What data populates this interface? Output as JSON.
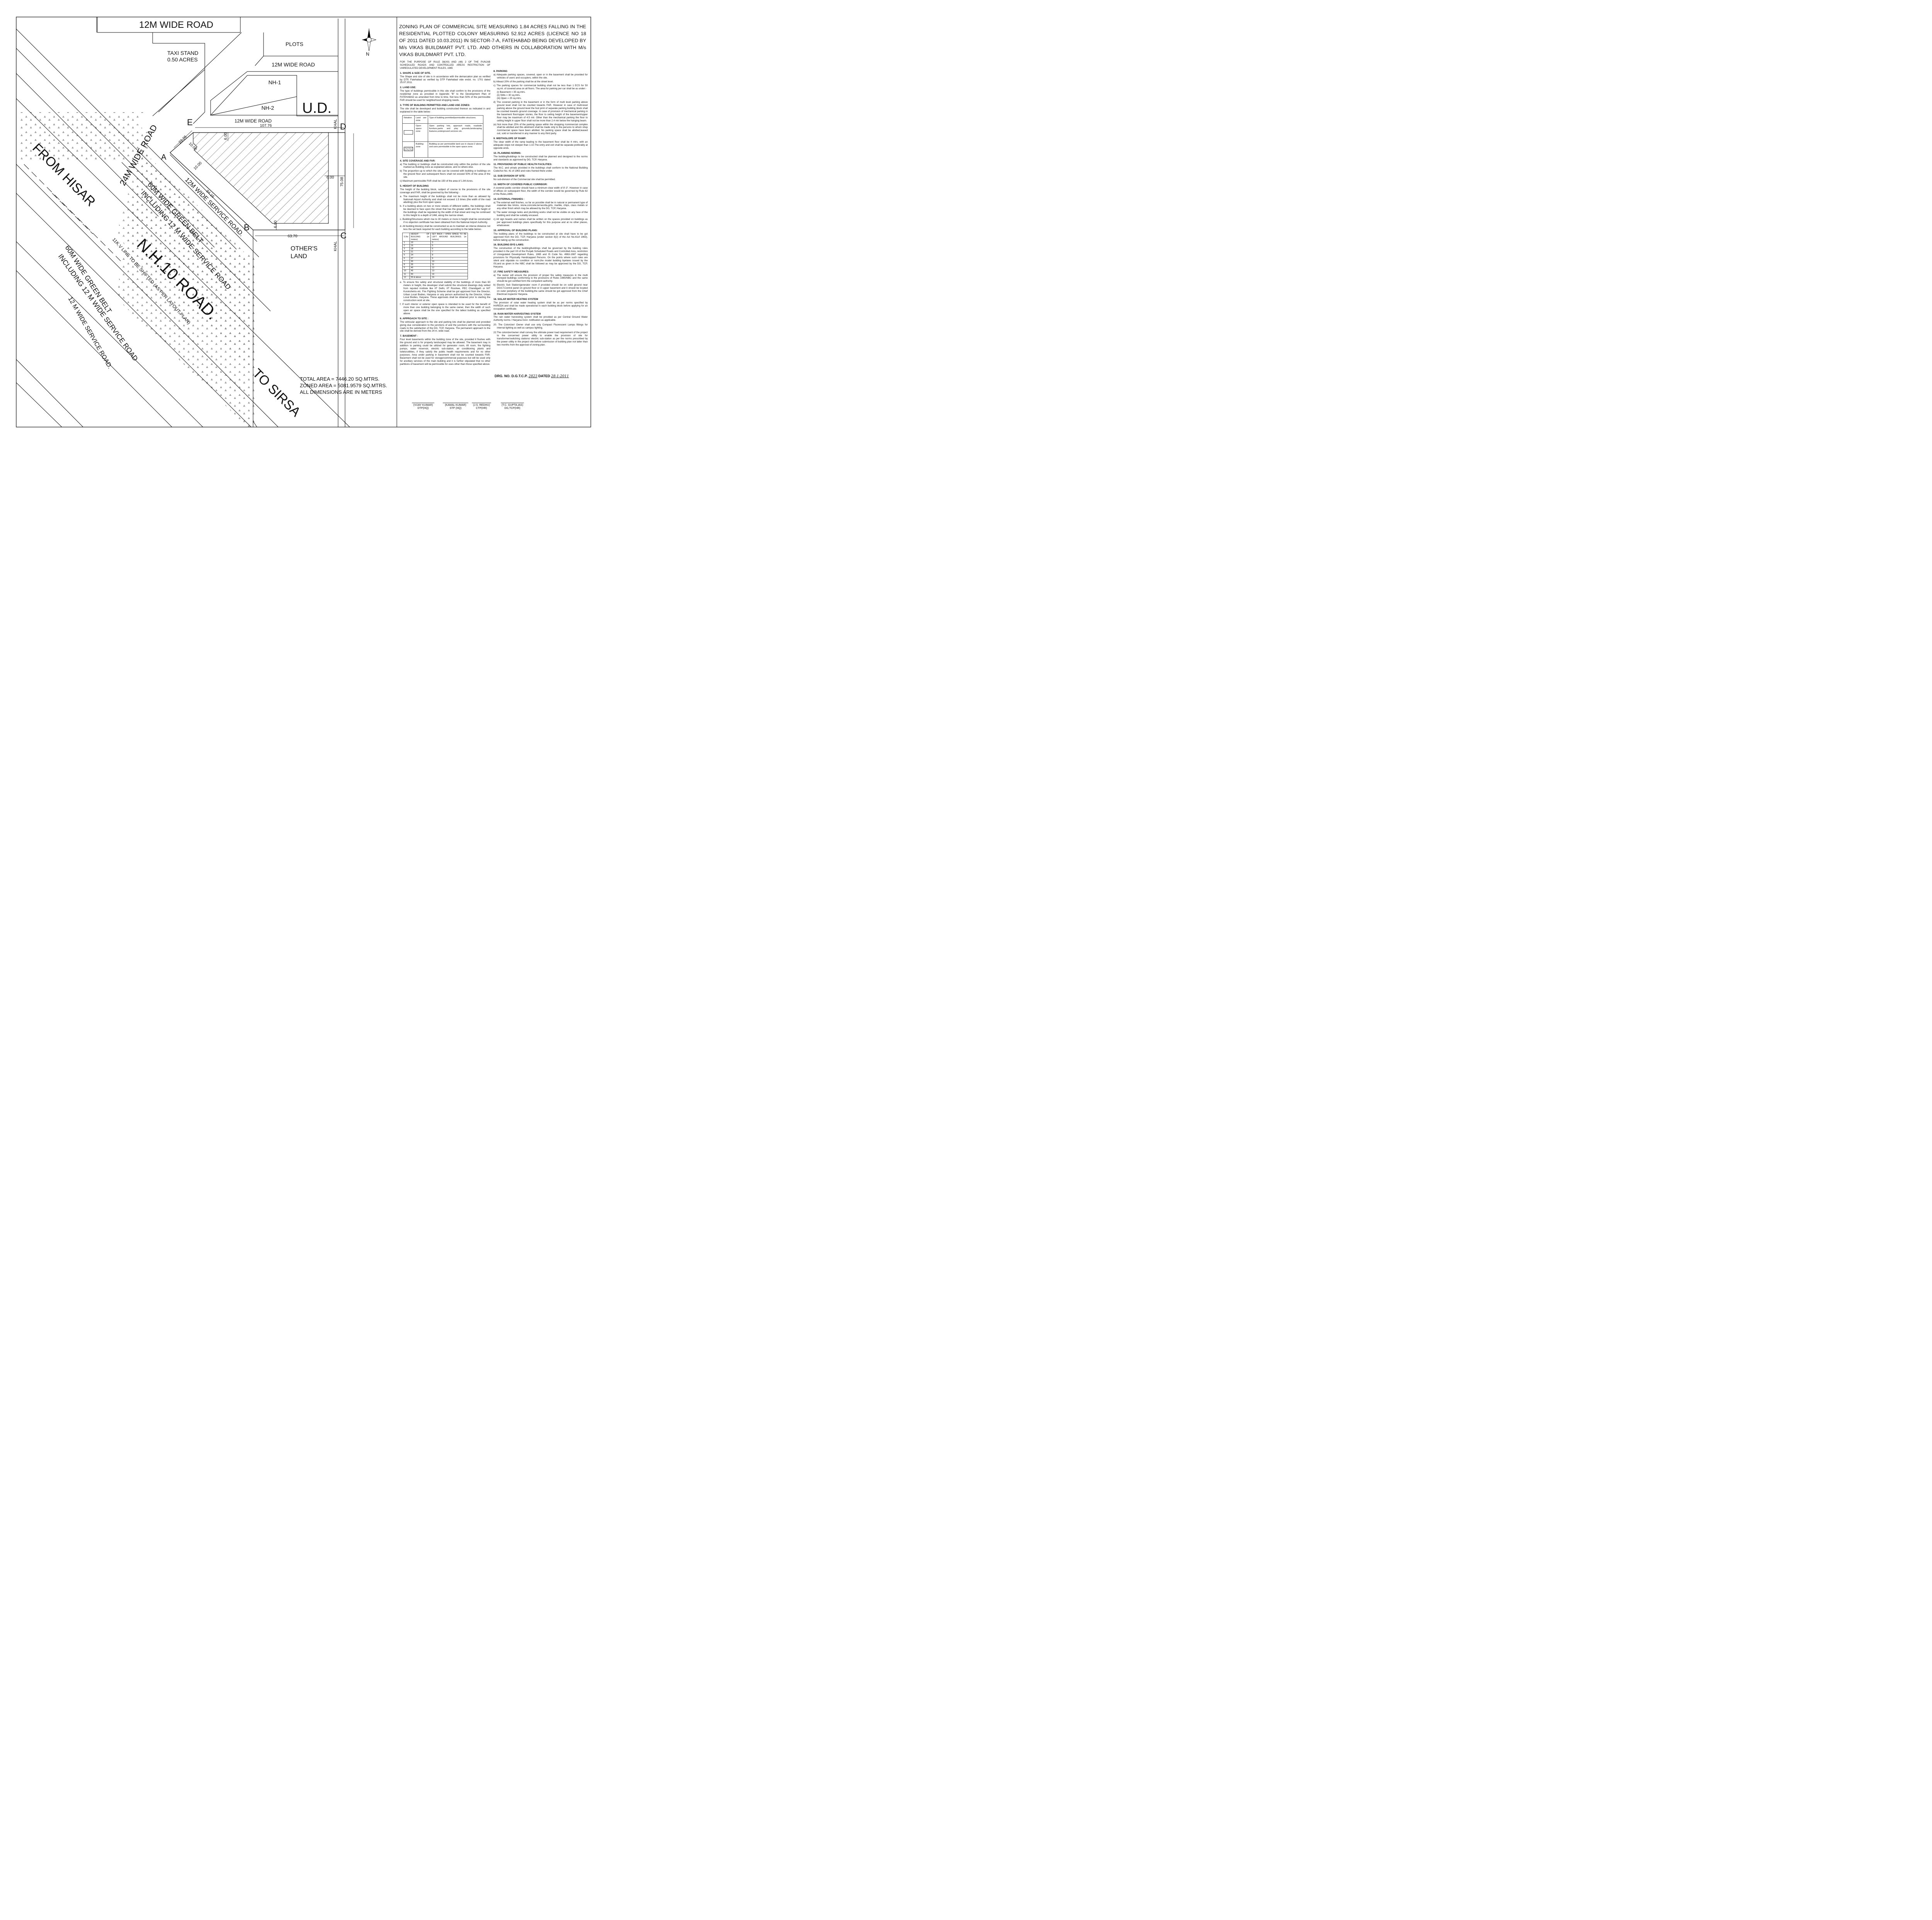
{
  "map": {
    "roads": {
      "top_12m": "12M WIDE ROAD",
      "mid_12m": "12M WIDE ROAD",
      "e_d_12m": "12M WIDE ROAD",
      "road_24m": "24M WIDE ROAD",
      "service_road": "12M WIDE SERVICE ROAD.",
      "nh10": "N.H.10 ROAD.",
      "from_hisar": "FROM HISAR",
      "to_sirsa": "TO SIRSA",
      "green_belt_inner_1": "60M WIDE GREEN BELT",
      "green_belt_inner_2": "INCLUDING 12 M WIDE SERVICE ROAD",
      "green_belt_outer_1": "60M WIDE GREEN BELT",
      "green_belt_outer_2": "INCLUDING 12 M WIDE SERVICE ROAD",
      "service_road_outer": "12 M WIDE SERVICE ROAD.",
      "line_11kv": "11K.V LINE TO BE SHIFTED (AS PER LAYOUT PLAN)",
      "khal_top": "KHAL",
      "khal_bottom": "KHAL"
    },
    "areas": {
      "taxi_1": "TAXI STAND",
      "taxi_2": "0.50 ACRES",
      "plots": "PLOTS",
      "nh1": "NH-1",
      "nh2": "NH-2",
      "ud": "U.D.",
      "others_1": "OTHER'S",
      "others_2": "LAND"
    },
    "points": {
      "a": "A",
      "b": "B",
      "c": "C",
      "d": "D",
      "e": "E"
    },
    "dims": {
      "ed": "107.76",
      "ea": "23.26",
      "top_setback": "6.00",
      "left_setback_1": "10.00",
      "left_setback_2": "10.00",
      "ab": "84.16",
      "right_setback": "6.00",
      "cd": "75.08",
      "bottom_setback": "6.00",
      "bc": "63.70"
    },
    "north": "N",
    "totals": {
      "total": "TOTAL AREA = 7446.20 SQ.MTRS.",
      "zoned": "ZONED AREA = 5081.9579 SQ.MTRS.",
      "dims_note": "ALL DIMENSIONS ARE IN METERS"
    }
  },
  "panel": {
    "title": "ZONING PLAN OF COMMERCIAL SITE MEASURING 1.84 ACRES FALLING IN THE RESIDENTIAL PLOTTED COLONY MEASURING 52.912 ACRES (LICENCE NO 18 OF 2011 DATED 10.03.2011) IN SECTOR-7-A, FATEHABAD BEING DEVELOPED BY M/s VIKAS BUILDMART PVT. LTD. AND OTHERS IN COLLABORATION WITH M/s VIKAS BUILDMART PVT. LTD.",
    "intro": "FOR THE PURPOSE OF RULE 38(XII) AND (48) 2 OF THE PUNJAB SCHEDULED ROADS AND CONTROLLED AREAS RESTRICTION OF UNREGULATED DEVELOPMENT RULES, 1965",
    "s1_h": "1. SHAPE & SIZE OF SITE.",
    "s1": "The Shape and size of site is in accordance with the demarcation plan as verified by DTP, Fatehabad as verified by DTP Fatehabad vide endst. no. 1701 dated 25.07.2011.",
    "s2_h": "2. LAND USE:",
    "s2": "The type of buildings permissible in this site shall confirm to the provisions of the residential zone as provided in Appendix \"B\" to the Development Plan of FATEHABAD as amended from time to time. Not less than 50% of the permissible FAR should be used for neighborhood shopping needs.",
    "s3_h": "3. TYPE OF BUILDING PERMITTED AND LAND USE ZONES:",
    "s3": "The site shall be developed and building constructed thereon as indicated in and explained in the table below:",
    "zt": {
      "h1": "Notation",
      "h2": "Land use zone",
      "h3": "Type of building permitted/permissible structures.",
      "r1c2": "Open space zone",
      "r1c3": "Open parking lots, approach roads, roadside furniture,parks and play grounds,landscaping features,underground services etc.",
      "r2c2": "Building zone",
      "r2c3": "Building as per permissible land use in clause-2 above and uses permissible in the open space zone."
    },
    "s4_h": "4. SITE COVERAGE AND FAR:",
    "s4a": "a) The building or buildings shall be constructed only within the portion of the site marked as Building zone as explained above, and no where else.",
    "s4b": "b) The proportion up to which the site can be covered with building or buildings on the ground floor and subsequent floors shall not exceed 50% of the area of the site.",
    "s4c": "c) Maximum permissible FAR shall be 150 of the area of 1.84 Acres.",
    "s5_h": "5. HEIGHT OF BUILDING",
    "s5": "The height of the building block, subject of course to the provisions of the site coverage and FAR, shall be governed by the following:-",
    "s5a": "a. The maximum height of the buildings shall not be more than as allowed by Nationall Airport Authority and shall not exceed 1.5 times (the width of the road abutting) plus the front open space.",
    "s5b": "b. If a building abuts on two or more streets of different widths, the buildings shall be deemed to face upon the street that has the greater width and the height of the buildings shall be regulated by the width of that street and may be continued to this height to a depth of 24M, along the narrow street.",
    "s5c": "c. Building/Structures which rise to 30 meters or more in height shall be constructed if no objection certificate has been obtained from the National Airport Authority.",
    "s5d": "d. All building block(s) shall be constructed so as to maintain an interse distance not less the set back required for each building according to the table below:-",
    "ht": {
      "h1": "S.No",
      "h2": "HEIGHT OF BUILDING (in meters)",
      "h3": "SET BACK / OPEN SPACE TO BE LEFT AROUND BUILDINGS. (in meters)",
      "rows": [
        [
          "1",
          "10",
          "3"
        ],
        [
          "2",
          "15",
          "5"
        ],
        [
          "3",
          "18",
          "6"
        ],
        [
          "4",
          "21",
          "7"
        ],
        [
          "5",
          "24",
          "8"
        ],
        [
          "6",
          "27",
          "9"
        ],
        [
          "7",
          "30",
          "10"
        ],
        [
          "8",
          "35",
          "11"
        ],
        [
          "9",
          "40",
          "12"
        ],
        [
          "10",
          "45",
          "13"
        ],
        [
          "11",
          "50",
          "14"
        ],
        [
          "12",
          "55 & above",
          "16"
        ]
      ]
    },
    "s5e": "e. To ensure fire safety and structural stability of the buildings of more than 60 meters in height, the developer shall submit the structural drawings duly vetted from reputed institute like IIT Delhi, IIT Roorkee, PEC Chandigarh or NIT Kurukshetra etc. Fire Fighting Scheme shall be got approved from the Director, Urban Local Bodies, Haryana or any person authorized by the Director, Urban Local Bodies, Haryana. These approvals shall be obtained prior to starting the construction work at site.",
    "s5f": "f. If such interior or exterior open space is intended to be used for the benefit of more than one building belonging to the same owner, then the width of such open air space shall be the one specified for the tallest building as specified above.",
    "s6_h": "6. APPROACH TO SITE :",
    "s6": "The vehicular approach to the site and parking lots shall be planned and provided giving due consideration to the junctions of and the junctions with the surrounding roads to the satisfaction of the DG, TCP, Haryana. The permanent approach to the site shall be derived from the 24 m. wide road.",
    "s7_h": "7. BASEMENT :",
    "s7": "Four level basements within the building zone of the site, provided it flushes with the ground and is for properly landscaped may be allowed. The basement may in addition to parking could be utilized for generator room, lift room, fire fighting pumps, water reservoir, electric sub-station, air conditioning plants and toilets/utilities, if they satisfy the public health requirements and for no other purposes. Area under parking in basement shall not be counted towards FAR. Basement shall not be used for storage/commercial purposes but will be used only for ancillary services of the main building and it is further stipulated that no other partitions of basement will be permissible for uses other than those specified above.",
    "s8_h": "8. PARKING",
    "s8a": "a) Adequate parking spaces, covered, open or in the basement shall be provided for vehicles of users and occupiers, within the site.",
    "s8b": "b) Atleast 20% of the parking shall be at the street level.",
    "s8c": "c) The parking spaces for commercial building shall not be less than 1 ECS for 50 sq.mt. of covered area on all floors. The area for parking per car shall be as under:-",
    "s8c1": "(i) Basement = 35 sq.mtrs.",
    "s8c2": "(ii) Stilts = 30 sq.mtrs.",
    "s8c3": "(iii) Open = 25 sq.mtrs.",
    "s8d": "d) The covered parking in the basement or in the form of multi level parking above ground level shall not be counted towards FAR. However in case of multi-level parking above the ground level the foot print of separate parking building block shall be counted towards ground coverage. In case of provision of mechanical parking in the basement floor/upper stories, the floor to ceiling height of the basement/upper floor may be maximum of 4.5 mtr. Other than the mechanical parking the floor to ceiling height in upper floor shall not be more than 2.4 mtr below the hanging beam.",
    "s8e": "(e) Not more than 25% of the parking space within the shopping /commercial complex shall be allotted and this allotment shall be made only to the persons to whom shop /commercial space have been allotted. No parking space shall be allotted,leased out, sold or transferred in any manner to any third party.",
    "s9_h": "9. WIDTH/SLOPE OF RAMP:",
    "s9": "The clear width of the ramp leading to the basement floor shall be 4 mtrs. with an adequate slope not steeper than 1:10.The entry and exit shall be separate preferably at opposite ends.",
    "s10_h": "10. PLANNING NORMS:",
    "s10": "The building/buildings to be constructed shall be planned and designed to the norms and standards as approved by DG, TCP, Haryana.",
    "s11_h": "11. PROVISIONS OF PUBLIC HEALTH FACILITIES:",
    "s11": "The W.C. and urinals provided in the buildings shall conform to the National Building Code/Act No. 41 of 1963 and rules framed there under.",
    "s12_h": "12. SUB DIVISION OF SITE:",
    "s12": "No sub-division of the Commercial site shall be permitted.",
    "s13_h": "13. WIDTH OF COVERED PUBLIC CORRIDOR:",
    "s13": "A covered public corridor should have a minimum clear width of 8'-3\". However in case of offices on subsequent floor, the width of the corridor would be governed by Rule 82 of the Rules,1965.",
    "s14_h": "14. EXTERNAL FINISHES :",
    "s14a": "a) The external wall finishes, so far as possible shall be in natural or permanent type of materials like bricks, stone,concrete,terracotta,grits, marble, chips, class metals or any other finish which may be allowed by the DG, TCP, Haryana.",
    "s14b": "b) The water storage tanks and plumbing works shall not be visible on any face of the building and shall be suitably encased.",
    "s14c": "c) All sign boards and names shall be written on the spaces provided on buildings as per approved buildings plans specifically for this purpose and at no other places, whatsoever.",
    "s15_h": "15. APPROVAL OF BUILDING PLANS:",
    "s15": "The building plans of the buildings to be constructed at site shall have to be got approved from the DG, TCP, Haryana (under section 8(2) of the Act No.41of 1963), before taking up the construction.",
    "s16_h": "16. BUILDING BYE-LAWS:",
    "s16": "The construction of the building/buildings shall be governed by the building rules provided in the part VII of the Punjab Scheduled Roads and Controlled Ares, restriction of Unregulated Development Rules, 1965 and IS Code No. 4963-1987 regarding provisions for Physically Handicapped Persons. On the points where such rules are silent and stipulate no condition or norm,the model building byelaws issued by the ISI,and as given in the NBC shall be followed as may be approved by the DG, TCP, Haryana.",
    "s17_h": "17. FIRE SAFETY MEASURES:",
    "s17a": "a) The owner will ensure the provision of proper fire safety measures in the multi storeyed buildings conforming to the provisions of Rules 1965/NBC and the same should be got certified form the competent authority.",
    "s17b": "b) Electric Sub Station/generator room if provided should be on solid ground near DG/LT.Control panel on ground floor or in upper basement and it should be located on outer periphery of the building,the same should be got approved from the Chief Electrical inspector Haryana.",
    "s18_h": "18. SOLAR WATER HEATING SYSTEM",
    "s18": "The provision of solar water heating system shall be as per norms specified by HAREDA and shall be made operational in each building block before applying for an occupation certificate.",
    "s19_h": "19. RAIN WATER HARVESTING SYSTEM",
    "s19": "The rain water harvesting system shall be provided as per Central Ground Water Authority norms / Haryana Govt. notification as applicable.",
    "s20": "20. The Colonizer/ Owner shall use only Compact Fluorescent Lamps fittings for internal lighting as well as campus lighting.",
    "s22": "22.The colonizer/owner shall convey the ultimate power load requirement of the project to the concerned power utility to enable the provision of site for transformer/switching stations/ electric sub-station as per the norms prescribed by the power utility in the project site before submission of building plan not latter than two months from the approval of zoning plan.",
    "drg_label": "DRG. NO. D.G.T.C.P.",
    "drg_no": "2823",
    "dated_label": "DATED",
    "dated": "28-1-2011",
    "sig": [
      {
        "name": "(VIJAY KUMAR)",
        "post": "DTP(HQ)"
      },
      {
        "name": "(KAMAL KUMAR)",
        "post": "STP (HQ)"
      },
      {
        "name": "(J.S. REDHU)",
        "post": "CTP(HR)"
      },
      {
        "name": "(T.C. GUPTA,IAS)",
        "post": "DG,TCP(HR)"
      }
    ]
  }
}
